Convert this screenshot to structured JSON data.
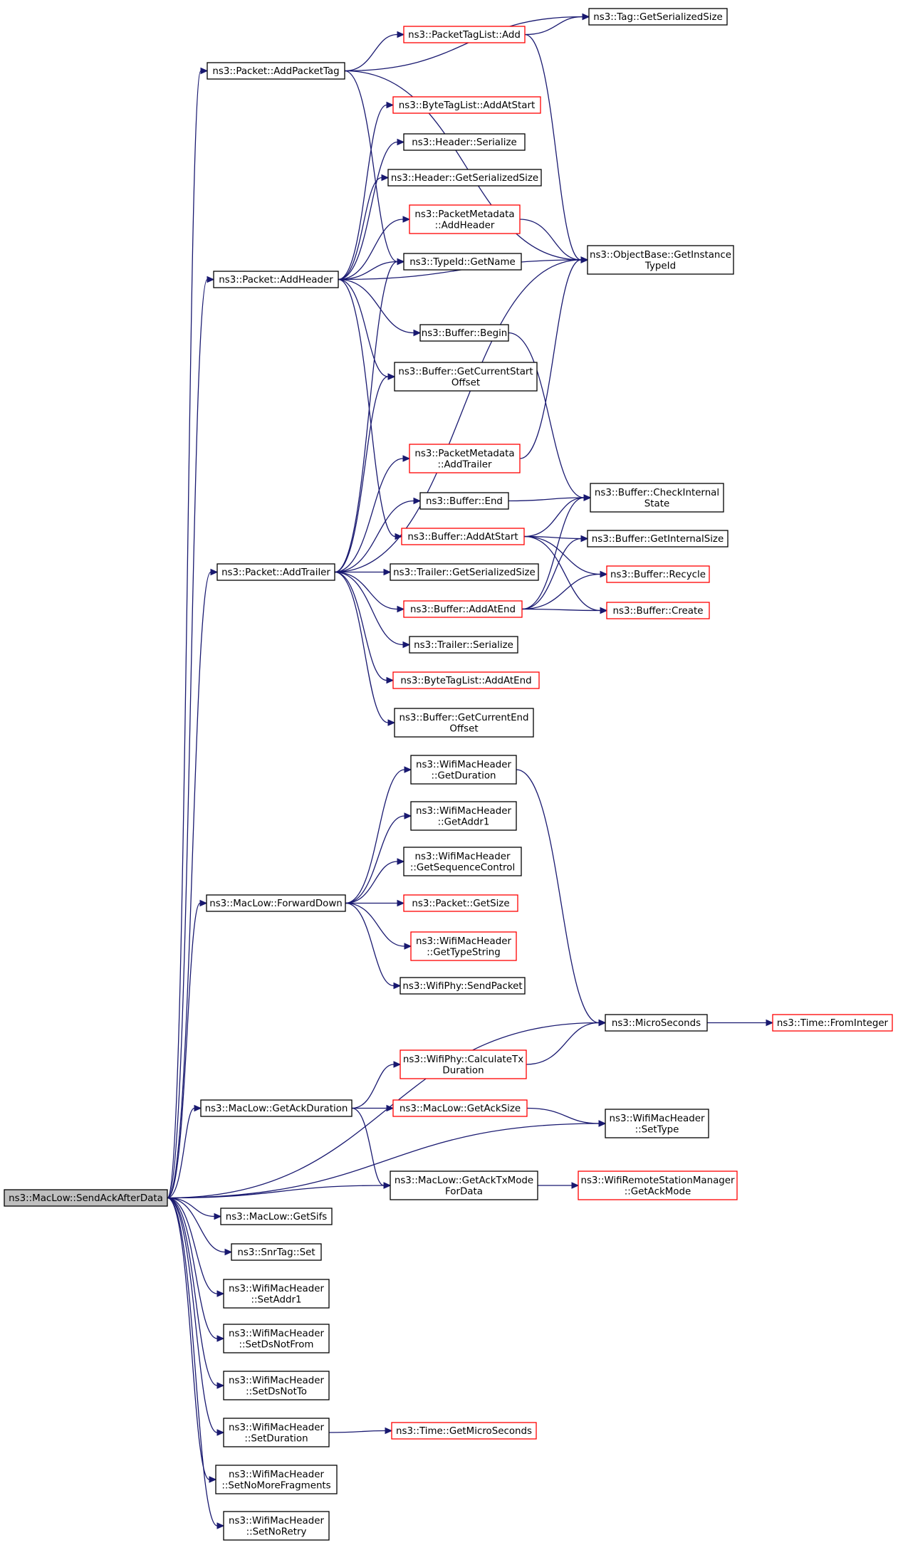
{
  "colors": {
    "edge": "#191970",
    "node_border": "#000000",
    "node_border_incomplete": "#ff0000",
    "root_fill": "#bfbfbf",
    "node_fill": "#ffffff"
  },
  "nodes": {
    "root": {
      "lines": [
        "ns3::MacLow::SendAckAfterData"
      ],
      "style": "root"
    },
    "addPacketTag": {
      "lines": [
        "ns3::Packet::AddPacketTag"
      ],
      "style": "normal"
    },
    "packetTagListAdd": {
      "lines": [
        "ns3::PacketTagList::Add"
      ],
      "style": "red"
    },
    "tagGetSerializedSize": {
      "lines": [
        "ns3::Tag::GetSerializedSize"
      ],
      "style": "normal"
    },
    "byteTagListAddAtStart": {
      "lines": [
        "ns3::ByteTagList::AddAtStart"
      ],
      "style": "red"
    },
    "headerSerialize": {
      "lines": [
        "ns3::Header::Serialize"
      ],
      "style": "normal"
    },
    "headerGetSerializedSize": {
      "lines": [
        "ns3::Header::GetSerializedSize"
      ],
      "style": "normal"
    },
    "packetMetadataAddHeader": {
      "lines": [
        "ns3::PacketMetadata",
        "::AddHeader"
      ],
      "style": "red"
    },
    "objectBaseGetInstanceTypeId": {
      "lines": [
        "ns3::ObjectBase::GetInstance",
        "TypeId"
      ],
      "style": "normal"
    },
    "typeIdGetName": {
      "lines": [
        "ns3::TypeId::GetName"
      ],
      "style": "normal"
    },
    "addHeader": {
      "lines": [
        "ns3::Packet::AddHeader"
      ],
      "style": "normal"
    },
    "bufferBegin": {
      "lines": [
        "ns3::Buffer::Begin"
      ],
      "style": "normal"
    },
    "bufferGetCurrentStartOffset": {
      "lines": [
        "ns3::Buffer::GetCurrentStart",
        "Offset"
      ],
      "style": "normal"
    },
    "packetMetadataAddTrailer": {
      "lines": [
        "ns3::PacketMetadata",
        "::AddTrailer"
      ],
      "style": "red"
    },
    "bufferEnd": {
      "lines": [
        "ns3::Buffer::End"
      ],
      "style": "normal"
    },
    "bufferCheckInternalState": {
      "lines": [
        "ns3::Buffer::CheckInternal",
        "State"
      ],
      "style": "normal"
    },
    "bufferAddAtStart": {
      "lines": [
        "ns3::Buffer::AddAtStart"
      ],
      "style": "red"
    },
    "bufferGetInternalSize": {
      "lines": [
        "ns3::Buffer::GetInternalSize"
      ],
      "style": "normal"
    },
    "addTrailer": {
      "lines": [
        "ns3::Packet::AddTrailer"
      ],
      "style": "normal"
    },
    "trailerGetSerializedSize": {
      "lines": [
        "ns3::Trailer::GetSerializedSize"
      ],
      "style": "normal"
    },
    "bufferRecycle": {
      "lines": [
        "ns3::Buffer::Recycle"
      ],
      "style": "red"
    },
    "bufferAddAtEnd": {
      "lines": [
        "ns3::Buffer::AddAtEnd"
      ],
      "style": "red"
    },
    "bufferCreate": {
      "lines": [
        "ns3::Buffer::Create"
      ],
      "style": "red"
    },
    "trailerSerialize": {
      "lines": [
        "ns3::Trailer::Serialize"
      ],
      "style": "normal"
    },
    "byteTagListAddAtEnd": {
      "lines": [
        "ns3::ByteTagList::AddAtEnd"
      ],
      "style": "red"
    },
    "bufferGetCurrentEndOffset": {
      "lines": [
        "ns3::Buffer::GetCurrentEnd",
        "Offset"
      ],
      "style": "normal"
    },
    "wmhGetDuration": {
      "lines": [
        "ns3::WifiMacHeader",
        "::GetDuration"
      ],
      "style": "normal"
    },
    "wmhGetAddr1": {
      "lines": [
        "ns3::WifiMacHeader",
        "::GetAddr1"
      ],
      "style": "normal"
    },
    "wmhGetSequenceControl": {
      "lines": [
        "ns3::WifiMacHeader",
        "::GetSequenceControl"
      ],
      "style": "normal"
    },
    "forwardDown": {
      "lines": [
        "ns3::MacLow::ForwardDown"
      ],
      "style": "normal"
    },
    "packetGetSize": {
      "lines": [
        "ns3::Packet::GetSize"
      ],
      "style": "red"
    },
    "wmhGetTypeString": {
      "lines": [
        "ns3::WifiMacHeader",
        "::GetTypeString"
      ],
      "style": "red"
    },
    "wifiPhySendPacket": {
      "lines": [
        "ns3::WifiPhy::SendPacket"
      ],
      "style": "normal"
    },
    "microSeconds": {
      "lines": [
        "ns3::MicroSeconds"
      ],
      "style": "normal"
    },
    "timeFromInteger": {
      "lines": [
        "ns3::Time::FromInteger"
      ],
      "style": "red"
    },
    "wifiPhyCalculateTxDuration": {
      "lines": [
        "ns3::WifiPhy::CalculateTx",
        "Duration"
      ],
      "style": "red"
    },
    "getAckDuration": {
      "lines": [
        "ns3::MacLow::GetAckDuration"
      ],
      "style": "normal"
    },
    "getAckSize": {
      "lines": [
        "ns3::MacLow::GetAckSize"
      ],
      "style": "red"
    },
    "wmhSetType": {
      "lines": [
        "ns3::WifiMacHeader",
        "::SetType"
      ],
      "style": "normal"
    },
    "getAckTxModeForData": {
      "lines": [
        "ns3::MacLow::GetAckTxMode",
        "ForData"
      ],
      "style": "normal"
    },
    "wrsmGetAckMode": {
      "lines": [
        "ns3::WifiRemoteStationManager",
        "::GetAckMode"
      ],
      "style": "red"
    },
    "getSifs": {
      "lines": [
        "ns3::MacLow::GetSifs"
      ],
      "style": "normal"
    },
    "snrTagSet": {
      "lines": [
        "ns3::SnrTag::Set"
      ],
      "style": "normal"
    },
    "wmhSetAddr1": {
      "lines": [
        "ns3::WifiMacHeader",
        "::SetAddr1"
      ],
      "style": "normal"
    },
    "wmhSetDsNotFrom": {
      "lines": [
        "ns3::WifiMacHeader",
        "::SetDsNotFrom"
      ],
      "style": "normal"
    },
    "wmhSetDsNotTo": {
      "lines": [
        "ns3::WifiMacHeader",
        "::SetDsNotTo"
      ],
      "style": "normal"
    },
    "wmhSetDuration": {
      "lines": [
        "ns3::WifiMacHeader",
        "::SetDuration"
      ],
      "style": "normal"
    },
    "timeGetMicroSeconds": {
      "lines": [
        "ns3::Time::GetMicroSeconds"
      ],
      "style": "red"
    },
    "wmhSetNoMoreFragments": {
      "lines": [
        "ns3::WifiMacHeader",
        "::SetNoMoreFragments"
      ],
      "style": "normal"
    },
    "wmhSetNoRetry": {
      "lines": [
        "ns3::WifiMacHeader",
        "::SetNoRetry"
      ],
      "style": "normal"
    }
  },
  "edges": [
    [
      "root",
      "addPacketTag"
    ],
    [
      "root",
      "addHeader"
    ],
    [
      "root",
      "addTrailer"
    ],
    [
      "root",
      "forwardDown"
    ],
    [
      "root",
      "microSeconds"
    ],
    [
      "root",
      "getAckDuration"
    ],
    [
      "root",
      "wmhSetType"
    ],
    [
      "root",
      "getAckTxModeForData"
    ],
    [
      "root",
      "getSifs"
    ],
    [
      "root",
      "snrTagSet"
    ],
    [
      "root",
      "wmhSetAddr1"
    ],
    [
      "root",
      "wmhSetDsNotFrom"
    ],
    [
      "root",
      "wmhSetDsNotTo"
    ],
    [
      "root",
      "wmhSetDuration"
    ],
    [
      "root",
      "wmhSetNoMoreFragments"
    ],
    [
      "root",
      "wmhSetNoRetry"
    ],
    [
      "addPacketTag",
      "tagGetSerializedSize"
    ],
    [
      "addPacketTag",
      "packetTagListAdd"
    ],
    [
      "addPacketTag",
      "objectBaseGetInstanceTypeId"
    ],
    [
      "addPacketTag",
      "typeIdGetName"
    ],
    [
      "packetTagListAdd",
      "tagGetSerializedSize"
    ],
    [
      "packetTagListAdd",
      "objectBaseGetInstanceTypeId"
    ],
    [
      "addHeader",
      "byteTagListAddAtStart"
    ],
    [
      "addHeader",
      "headerSerialize"
    ],
    [
      "addHeader",
      "headerGetSerializedSize"
    ],
    [
      "addHeader",
      "packetMetadataAddHeader"
    ],
    [
      "addHeader",
      "typeIdGetName"
    ],
    [
      "addHeader",
      "objectBaseGetInstanceTypeId"
    ],
    [
      "addHeader",
      "bufferBegin"
    ],
    [
      "addHeader",
      "bufferGetCurrentStartOffset"
    ],
    [
      "addHeader",
      "bufferAddAtStart"
    ],
    [
      "packetMetadataAddHeader",
      "objectBaseGetInstanceTypeId"
    ],
    [
      "bufferBegin",
      "bufferCheckInternalState"
    ],
    [
      "packetMetadataAddTrailer",
      "objectBaseGetInstanceTypeId"
    ],
    [
      "bufferEnd",
      "bufferCheckInternalState"
    ],
    [
      "bufferAddAtStart",
      "bufferCheckInternalState"
    ],
    [
      "bufferAddAtStart",
      "bufferGetInternalSize"
    ],
    [
      "bufferAddAtStart",
      "bufferRecycle"
    ],
    [
      "bufferAddAtStart",
      "bufferCreate"
    ],
    [
      "addTrailer",
      "typeIdGetName"
    ],
    [
      "addTrailer",
      "bufferGetCurrentStartOffset"
    ],
    [
      "addTrailer",
      "objectBaseGetInstanceTypeId"
    ],
    [
      "addTrailer",
      "packetMetadataAddTrailer"
    ],
    [
      "addTrailer",
      "bufferEnd"
    ],
    [
      "addTrailer",
      "trailerGetSerializedSize"
    ],
    [
      "addTrailer",
      "bufferAddAtEnd"
    ],
    [
      "addTrailer",
      "trailerSerialize"
    ],
    [
      "addTrailer",
      "byteTagListAddAtEnd"
    ],
    [
      "addTrailer",
      "bufferGetCurrentEndOffset"
    ],
    [
      "bufferAddAtEnd",
      "bufferCheckInternalState"
    ],
    [
      "bufferAddAtEnd",
      "bufferGetInternalSize"
    ],
    [
      "bufferAddAtEnd",
      "bufferRecycle"
    ],
    [
      "bufferAddAtEnd",
      "bufferCreate"
    ],
    [
      "forwardDown",
      "wmhGetDuration"
    ],
    [
      "forwardDown",
      "wmhGetAddr1"
    ],
    [
      "forwardDown",
      "wmhGetSequenceControl"
    ],
    [
      "forwardDown",
      "packetGetSize"
    ],
    [
      "forwardDown",
      "wmhGetTypeString"
    ],
    [
      "forwardDown",
      "wifiPhySendPacket"
    ],
    [
      "wmhGetDuration",
      "microSeconds"
    ],
    [
      "microSeconds",
      "timeFromInteger"
    ],
    [
      "wifiPhyCalculateTxDuration",
      "microSeconds"
    ],
    [
      "getAckDuration",
      "wifiPhyCalculateTxDuration"
    ],
    [
      "getAckDuration",
      "getAckSize"
    ],
    [
      "getAckDuration",
      "getAckTxModeForData"
    ],
    [
      "getAckSize",
      "wmhSetType"
    ],
    [
      "getAckTxModeForData",
      "wrsmGetAckMode"
    ],
    [
      "wmhSetDuration",
      "timeGetMicroSeconds"
    ]
  ]
}
